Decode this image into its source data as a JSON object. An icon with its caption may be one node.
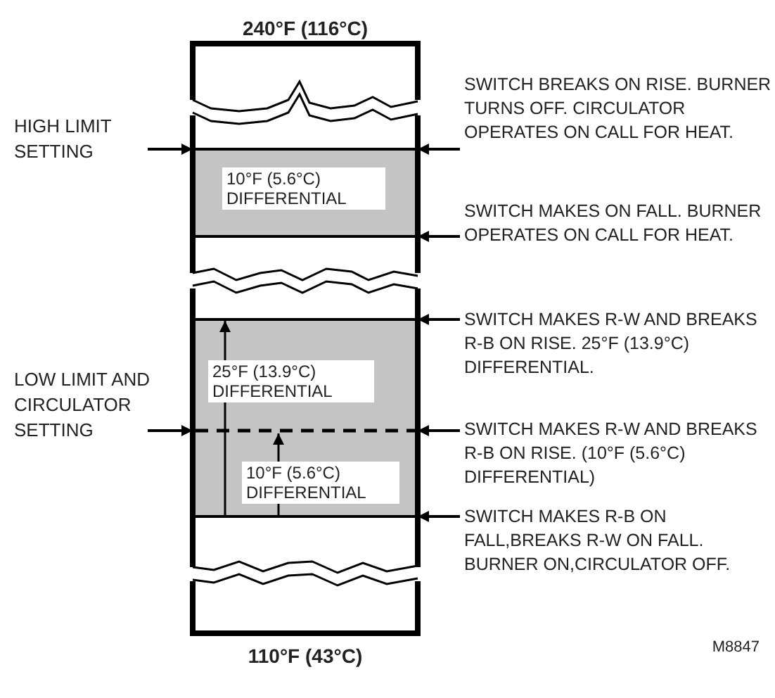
{
  "diagram": {
    "nodes": [
      {
        "text": [
          "10°F (5.6°C) DIFFERENTIAL"
        ]
      },
      {
        "text": [
          "25°F (13.9°C) DIFFERENTIAL",
          "10°F (5.6°C) DIFFERENTIAL"
        ]
      },
      {
        "text": [
          "HIGH LIMIT SETTING"
        ]
      },
      {
        "text": [
          "LOW LIMIT AND CIRCULATOR SETTING"
        ]
      },
      {
        "text": [
          "SWITCH BREAKS ON RISE. BURNER TURNS OFF. CIRCULATOR OPERATES ON CALL FOR HEAT."
        ]
      },
      {
        "text": [
          "SWITCH MAKES ON FALL. BURNER OPERATES ON CALL FOR HEAT."
        ]
      },
      {
        "text": [
          "SWITCH MAKES R-W AND BREAKS R-B ON RISE. 25°F (13.9°C) DIFFERENTIAL."
        ]
      },
      {
        "text": [
          "SWITCH MAKES R-W AND BREAKS R-B ON RISE. (10°F (5.6°C) DIFFERENTIAL)"
        ]
      },
      {
        "text": [
          "SWITCH MAKES R-B ON FALL,BREAKS R-W ON FALL. BURNER ON,CIRCULATOR OFF."
        ]
      }
    ],
    "edges": [
      {
        "from": 2,
        "to": 0,
        "arrow": "to"
      },
      {
        "from": 4,
        "to": 0,
        "arrow": "to"
      },
      {
        "from": 5,
        "to": 0,
        "arrow": "to"
      },
      {
        "from": 6,
        "to": 1,
        "arrow": "to"
      },
      {
        "from": 3,
        "to": 1,
        "arrow": "to"
      },
      {
        "from": 7,
        "to": 1,
        "arrow": "to"
      },
      {
        "from": 8,
        "to": 1,
        "arrow": "to"
      }
    ],
    "labels": [
      "240°F (116°C)",
      "110°F (43°C)",
      "M8847"
    ]
  }
}
